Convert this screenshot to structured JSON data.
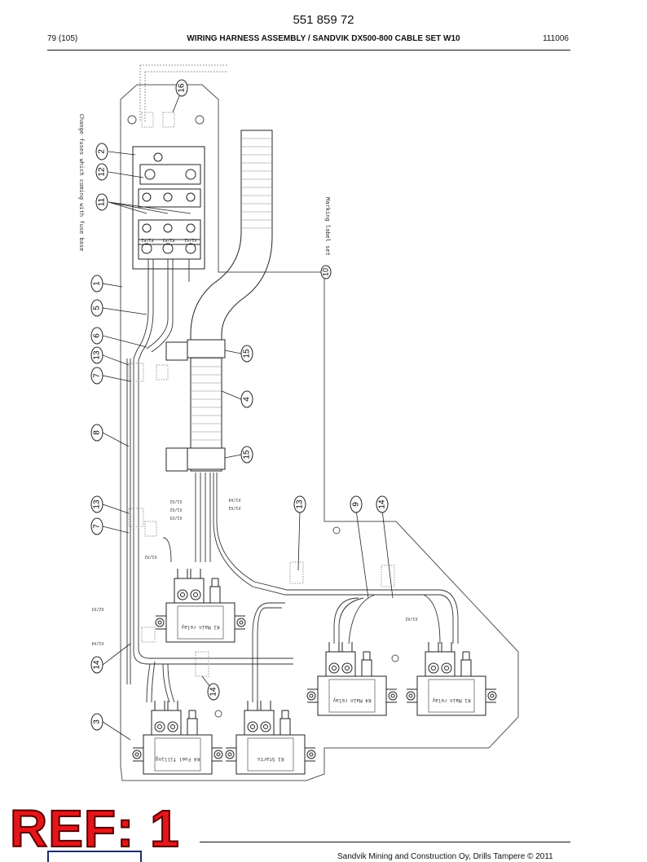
{
  "header": {
    "doc_number": "551 859 72",
    "page": "79 (105)",
    "title": "WIRING HARNESS ASSEMBLY / SANDVIK DX500-800 CABLE SET W10",
    "code": "111006"
  },
  "drawing": {
    "callouts": [
      "16",
      "2",
      "12",
      "11",
      "1",
      "5",
      "6",
      "13",
      "7",
      "8",
      "13",
      "7",
      "14",
      "3",
      "15",
      "4",
      "15",
      "10",
      "13",
      "9",
      "14",
      "14"
    ],
    "notes": {
      "fuse_note": "Change fuses which coming with fuse base",
      "marking_note": "Marking label set"
    },
    "relay_labels": [
      "K1 Main relay",
      "K4 Fuel filling",
      "K1 Starts",
      "K4 Main relay",
      "K1 Main relay"
    ],
    "wire_tags": [
      "F1/F2",
      "F2/F3",
      "X1/X2",
      "X1/X2",
      "X1/X3",
      "X1/X4",
      "X1/X2",
      "X1/X2",
      "X2/X3",
      "X1/X4",
      "X1/X2",
      "X1/X2"
    ]
  },
  "stamp": {
    "text": "REF: 1"
  },
  "footer": {
    "copyright": "Sandvik Mining and Construction Oy, Drills Tampere © 2011"
  },
  "colors": {
    "stamp_red": "#e4161a",
    "line": "#222222",
    "logo_blue": "#1c2b6e"
  }
}
